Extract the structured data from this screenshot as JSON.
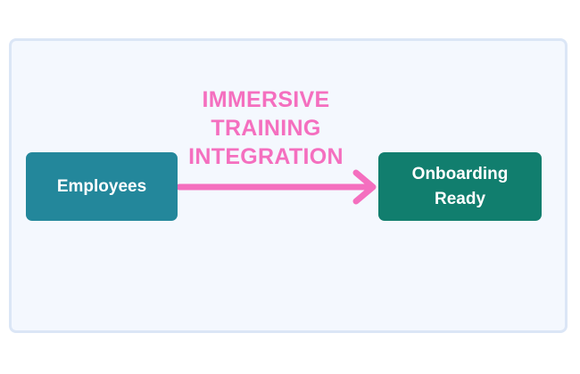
{
  "nodes": {
    "source": {
      "label": "Employees"
    },
    "target": {
      "label": "Onboarding\nReady"
    }
  },
  "edge": {
    "label": "IMMERSIVE\nTRAINING\nINTEGRATION"
  },
  "colors": {
    "source_node": "#23879b",
    "target_node": "#117e6e",
    "arrow": "#f46fbf",
    "panel_background": "#f4f8fe",
    "panel_border": "#dbe6f6"
  }
}
